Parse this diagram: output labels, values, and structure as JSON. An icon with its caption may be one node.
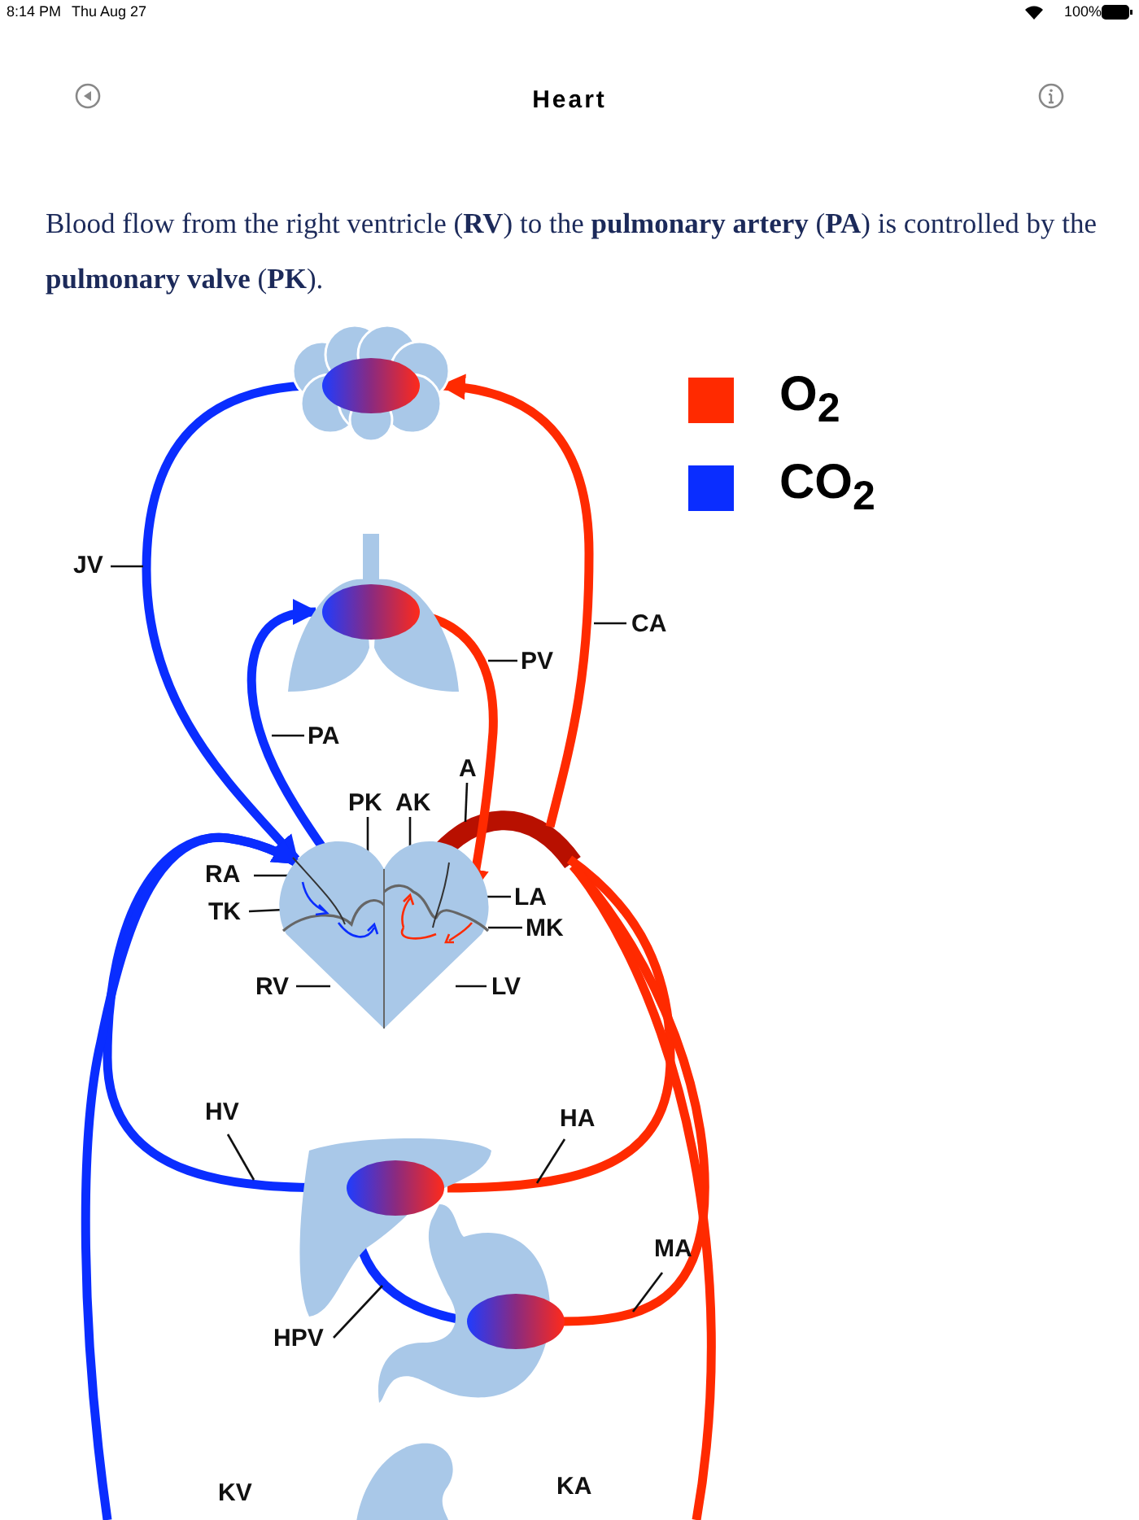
{
  "diagram": {
    "title": "Heart",
    "nodes": [
      {
        "text": [],
        "shape": "picture"
      },
      {
        "text": [],
        "shape": "picture"
      },
      {
        "text": [],
        "shape": "picture"
      },
      {
        "text": [],
        "shape": "picture"
      },
      {
        "text": [],
        "shape": "picture"
      },
      {
        "text": [
          "JV"
        ]
      },
      {
        "text": [
          "CA"
        ]
      },
      {
        "text": [
          "PV"
        ]
      },
      {
        "text": [
          "PA"
        ]
      },
      {
        "text": [
          "PK"
        ]
      },
      {
        "text": [
          "AK"
        ]
      },
      {
        "text": [
          "A"
        ]
      },
      {
        "text": [
          "RA"
        ]
      },
      {
        "text": [
          "TK"
        ]
      },
      {
        "text": [
          "LA"
        ]
      },
      {
        "text": [
          "MK"
        ]
      },
      {
        "text": [
          "RV"
        ]
      },
      {
        "text": [
          "LV"
        ]
      },
      {
        "text": [
          "HV"
        ]
      },
      {
        "text": [
          "HA"
        ]
      },
      {
        "text": [
          "HPV"
        ]
      },
      {
        "text": [
          "MA"
        ]
      }
    ],
    "edges": [
      {
        "from": 2,
        "to": 0,
        "arrow": "to",
        "style": "thick",
        "color": "#ff2a00"
      },
      {
        "from": 0,
        "to": 2,
        "arrow": "to",
        "style": "thick",
        "color": "#0a2dff"
      },
      {
        "from": 2,
        "to": 1,
        "arrow": "to",
        "style": "thick",
        "color": "#0a2dff"
      },
      {
        "from": 1,
        "to": 2,
        "arrow": "to",
        "style": "thick",
        "color": "#ff2a00"
      },
      {
        "from": 2,
        "to": 3,
        "arrow": "none",
        "style": "thick",
        "color": "#ff2a00"
      },
      {
        "from": 3,
        "to": 2,
        "arrow": "to",
        "style": "thick",
        "color": "#0a2dff"
      },
      {
        "from": null,
        "to": 2,
        "arrow": "to",
        "style": "thick",
        "color": "#0a2dff"
      },
      {
        "from": 4,
        "to": 3,
        "arrow": "none",
        "style": "thick",
        "color": "#0a2dff"
      },
      {
        "from": 2,
        "to": 4,
        "arrow": "none",
        "style": "thick",
        "color": "#ff2a00"
      },
      {
        "from": 2,
        "to": null,
        "arrow": "none",
        "style": "thick",
        "color": "#ff2a00"
      },
      {
        "from": 5,
        "to": null,
        "arrow": "none"
      },
      {
        "from": 6,
        "to": null,
        "arrow": "none"
      },
      {
        "from": 7,
        "to": null,
        "arrow": "none"
      },
      {
        "from": 8,
        "to": null,
        "arrow": "none"
      },
      {
        "from": 9,
        "to": 2,
        "arrow": "none"
      },
      {
        "from": 10,
        "to": 2,
        "arrow": "none"
      },
      {
        "from": 11,
        "to": 2,
        "arrow": "none"
      },
      {
        "from": 12,
        "to": 2,
        "arrow": "none"
      },
      {
        "from": 13,
        "to": 2,
        "arrow": "none"
      },
      {
        "from": 14,
        "to": 2,
        "arrow": "none"
      },
      {
        "from": 15,
        "to": 2,
        "arrow": "none"
      },
      {
        "from": 16,
        "to": 2,
        "arrow": "none"
      },
      {
        "from": 17,
        "to": 2,
        "arrow": "none"
      },
      {
        "from": 18,
        "to": null,
        "arrow": "none"
      },
      {
        "from": 19,
        "to": null,
        "arrow": "none"
      },
      {
        "from": 20,
        "to": null,
        "arrow": "none"
      },
      {
        "from": 21,
        "to": null,
        "arrow": "none"
      }
    ],
    "labels": [
      "8:14 PM",
      "Thu Aug 27",
      "100%",
      "Blood flow from the right ventricle (**RV**) to the **pulmonary artery** (**PA**) is controlled by the **pulmonary valve** (**PK**).",
      "KV",
      "KA"
    ],
    "legend": [
      {
        "text": "O$_{2}$",
        "color": "#ff2a00"
      },
      {
        "text": "CO$_{2}$",
        "color": "#0a2dff"
      }
    ]
  }
}
